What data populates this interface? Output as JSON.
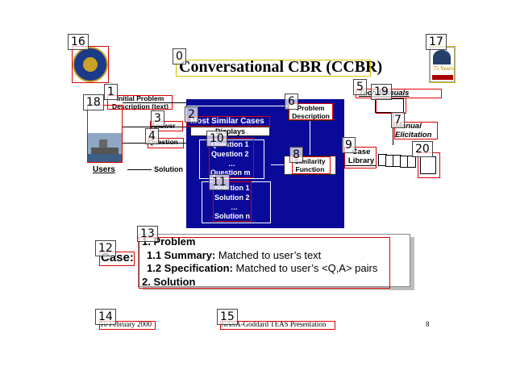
{
  "title": "Conversational CBR (CCBR)",
  "diagram": {
    "initial_problem": "Initial Problem\nDescription (text)",
    "answer": "Answer",
    "question": "Question",
    "users": "Users",
    "solution": "Solution",
    "most_similar_cases": "Most Similar Cases",
    "displays": "Displays",
    "questions": [
      "Question 1",
      "Question 2",
      "…",
      "Question m"
    ],
    "solutions": [
      "Solution 1",
      "Solution 2",
      "…",
      "Solution n"
    ],
    "problem_description": "Problem\nDescription",
    "similarity_function": "Similarity\nFunction",
    "case_library": "Case\nLibrary",
    "tech_manuals": "Tech Manuals",
    "manual_elicitation": "Manual\nElicitation"
  },
  "case": {
    "label": "Case:",
    "line1": "1. Problem",
    "line2_bold": "1.1 Summary:",
    "line2_rest": " Matched to user’s text",
    "line3_bold": "1.2 Specification:",
    "line3_rest": " Matched to user’s <Q,A> pairs",
    "line4": "2. Solution"
  },
  "footer": {
    "date": "10 February 2000",
    "event": "NASA-Goddard TEAS Presentation",
    "page": "8"
  },
  "badge": {
    "years": "75 Years"
  },
  "tags": [
    "0",
    "1",
    "2",
    "3",
    "4",
    "5",
    "6",
    "7",
    "8",
    "9",
    "10",
    "11",
    "12",
    "13",
    "14",
    "15",
    "16",
    "17",
    "18",
    "19",
    "20"
  ],
  "colors": {
    "panel": "#0a0a9a",
    "box_red": "#e00000",
    "box_yellow": "#d6c000"
  }
}
